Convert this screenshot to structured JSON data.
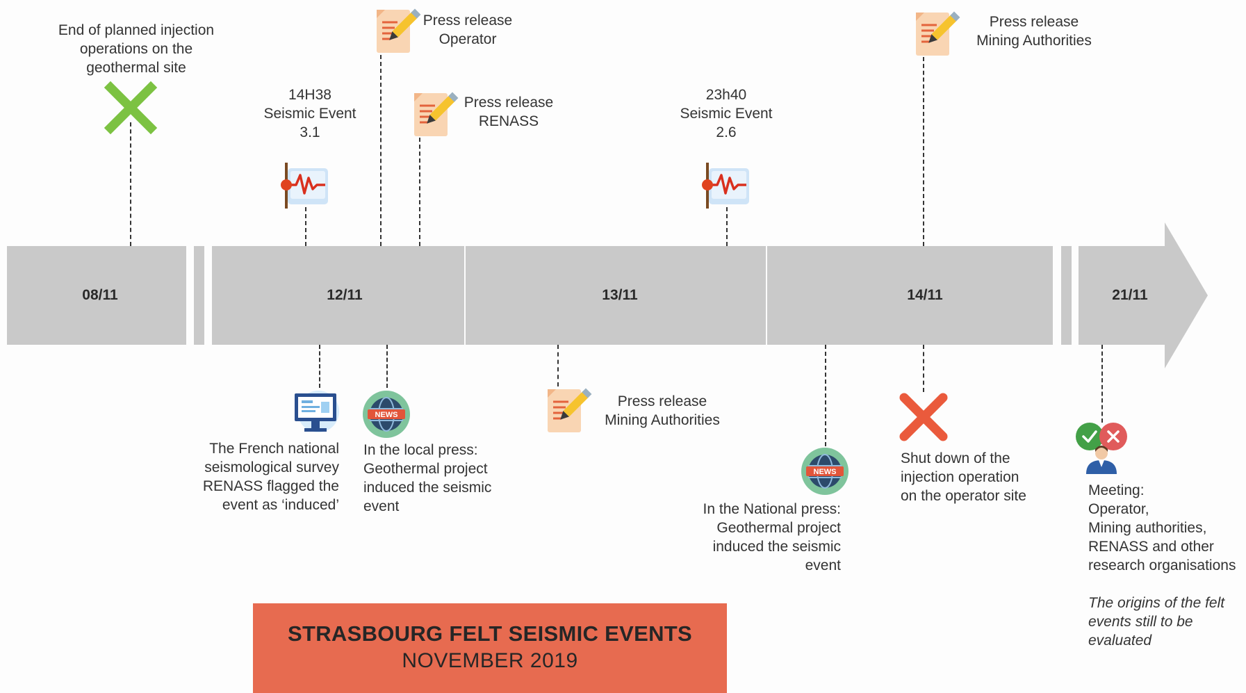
{
  "title": {
    "main": "STRASBOURG FELT SEISMIC EVENTS",
    "sub": "NOVEMBER 2019"
  },
  "timeline": {
    "dates": [
      "08/11",
      "12/11",
      "13/11",
      "14/11",
      "21/11"
    ]
  },
  "events_top": {
    "end_injection": "End of planned injection\noperations on the\ngeothermal site",
    "seismic_1": "14H38\nSeismic Event\n3.1",
    "press_operator": "Press release\nOperator",
    "press_renass": "Press release\nRENASS",
    "seismic_2": "23h40\nSeismic Event\n2.6",
    "press_mining_top": "Press release\nMining Authorities"
  },
  "events_bottom": {
    "renass_flag": "The French national\nseismological survey\nRENASS flagged the\nevent as ‘induced’",
    "local_press": "In the local press:\nGeothermal project\ninduced the seismic\nevent",
    "press_mining_bottom": "Press release\nMining Authorities",
    "national_press": "In the National press:\nGeothermal project\ninduced the seismic\nevent",
    "shutdown": "Shut down of the\ninjection operation\non the operator site",
    "meeting": "Meeting:\nOperator,\nMining authorities,\nRENASS and other\nresearch organisations",
    "meeting_note": "The origins of the felt\nevents still to be\nevaluated"
  },
  "icons": {
    "news_badge": "NEWS"
  },
  "colors": {
    "timeline_gray": "#c9c9c9",
    "title_box": "#e76b50",
    "green_x": "#7cc242",
    "red_x": "#ea5a3c",
    "news_circle": "#7fc49c",
    "globe": "#2c4a6b"
  }
}
